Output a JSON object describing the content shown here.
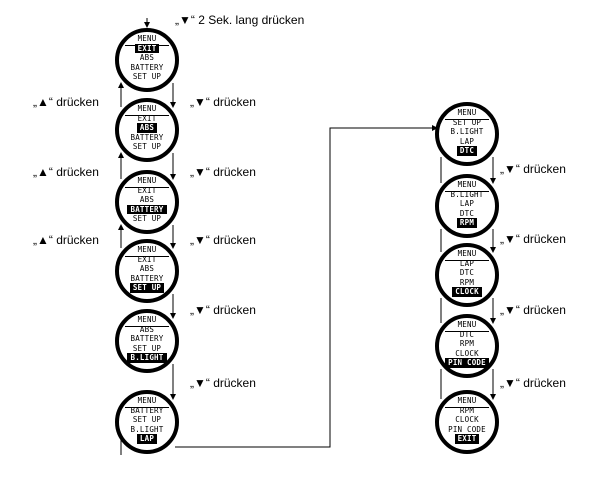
{
  "hint_top": "„▼“ 2 Sek. lang drücken",
  "press_down": "„▼“ drücken",
  "press_up": "„▲“ drücken",
  "screens_left": [
    {
      "title": "MENU",
      "items": [
        "EXIT",
        "ABS",
        "BATTERY",
        "SET UP"
      ],
      "selected": 0
    },
    {
      "title": "MENU",
      "items": [
        "EXIT",
        "ABS",
        "BATTERY",
        "SET UP"
      ],
      "selected": 1
    },
    {
      "title": "MENU",
      "items": [
        "EXIT",
        "ABS",
        "BATTERY",
        "SET UP"
      ],
      "selected": 2
    },
    {
      "title": "MENU",
      "items": [
        "EXIT",
        "ABS",
        "BATTERY",
        "SET UP"
      ],
      "selected": 3
    },
    {
      "title": "MENU",
      "items": [
        "ABS",
        "BATTERY",
        "SET UP",
        "B.LIGHT"
      ],
      "selected": 3
    },
    {
      "title": "MENU",
      "items": [
        "BATTERY",
        "SET UP",
        "B.LIGHT",
        "LAP"
      ],
      "selected": 3
    }
  ],
  "screens_right": [
    {
      "title": "MENU",
      "items": [
        "SET UP",
        "B.LIGHT",
        "LAP",
        "DTC"
      ],
      "selected": 3
    },
    {
      "title": "MENU",
      "items": [
        "B.LIGHT",
        "LAP",
        "DTC",
        "RPM"
      ],
      "selected": 3
    },
    {
      "title": "MENU",
      "items": [
        "LAP",
        "DTC",
        "RPM",
        "CLOCK"
      ],
      "selected": 3
    },
    {
      "title": "MENU",
      "items": [
        "DTC",
        "RPM",
        "CLOCK",
        "PIN CODE"
      ],
      "selected": 3
    },
    {
      "title": "MENU",
      "items": [
        "RPM",
        "CLOCK",
        "PIN CODE",
        "EXIT"
      ],
      "selected": 3
    }
  ]
}
